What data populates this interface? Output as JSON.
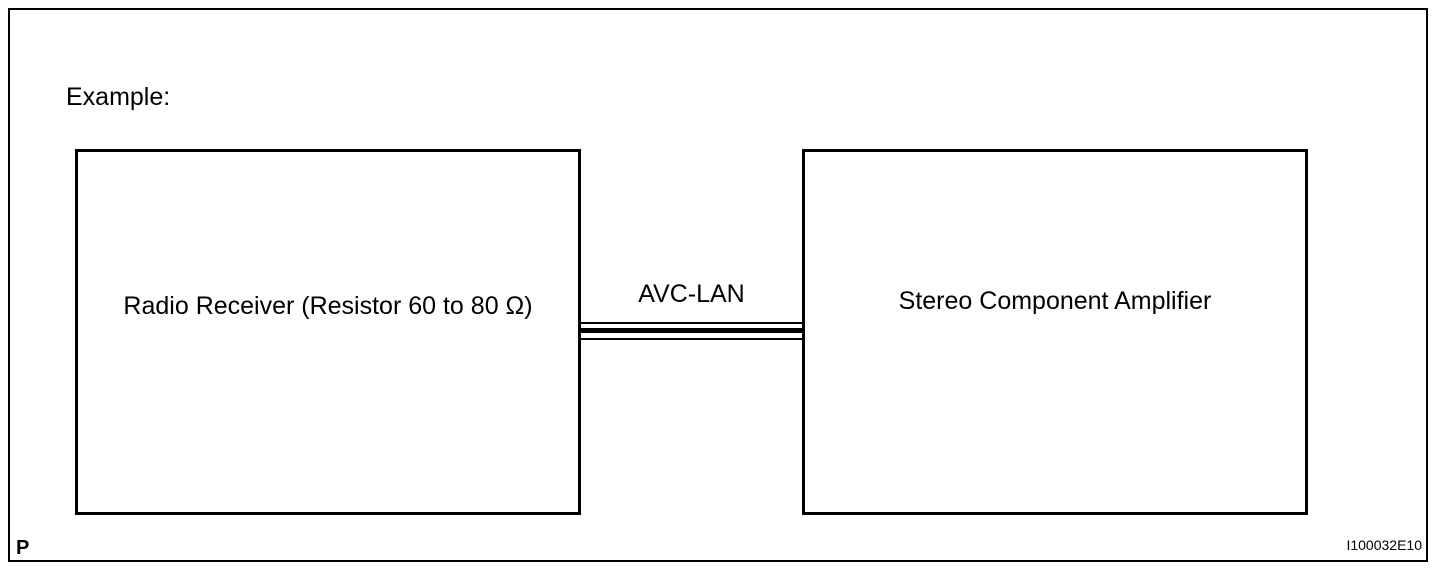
{
  "caption": "Example:",
  "blocks": {
    "left": {
      "label": "Radio Receiver (Resistor 60 to 80 Ω)"
    },
    "right": {
      "label": "Stereo Component Amplifier"
    }
  },
  "connection": {
    "label": "AVC-LAN"
  },
  "footer": {
    "left_letter": "P",
    "figure_id": "I100032E10"
  },
  "colors": {
    "line": "#000000",
    "background": "#ffffff"
  }
}
